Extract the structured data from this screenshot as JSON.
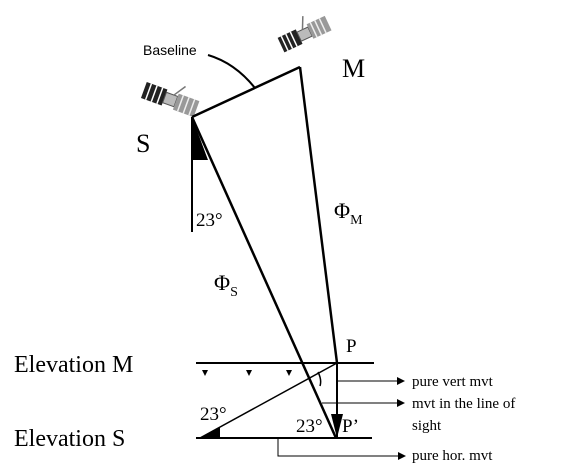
{
  "satellites": {
    "master": {
      "label": "M",
      "icon": "satellite-icon"
    },
    "slave": {
      "label": "S",
      "icon": "satellite-icon"
    }
  },
  "baseline": {
    "label": "Baseline"
  },
  "phase": {
    "master": {
      "symbol": "Φ",
      "subscript": "M"
    },
    "slave": {
      "symbol": "Φ",
      "subscript": "S"
    }
  },
  "angles": {
    "incidence_top": "23°",
    "incidence_left": "23°",
    "incidence_bottom": "23°"
  },
  "points": {
    "p": "P",
    "p_prime": "P’"
  },
  "elevations": {
    "master": "Elevation M",
    "slave": "Elevation S"
  },
  "movements": {
    "vertical": "pure vert mvt",
    "los_line1": "mvt in the line of",
    "los_line2": "sight",
    "horizontal": "pure hor. mvt"
  },
  "colors": {
    "ink": "#000000",
    "background": "#ffffff"
  }
}
